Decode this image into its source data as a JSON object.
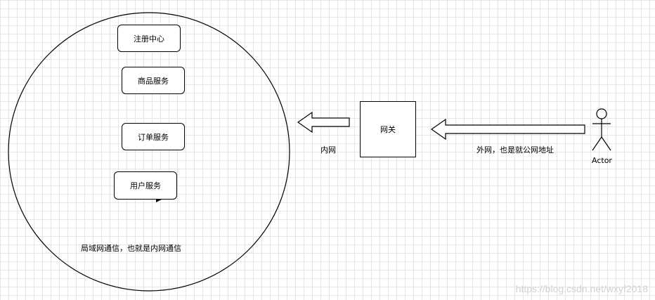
{
  "lan": {
    "caption": "局域网通信，也就是内网通信",
    "services": [
      {
        "label": "注册中心"
      },
      {
        "label": "商品服务"
      },
      {
        "label": "订单服务"
      },
      {
        "label": "用户服务"
      }
    ]
  },
  "gateway": {
    "label": "网关"
  },
  "edges": {
    "internal_label": "内网",
    "external_label": "外网，也是就公网地址"
  },
  "actor": {
    "label": "Actor"
  },
  "watermark": "https://blog.csdn.net/wxyf2018"
}
